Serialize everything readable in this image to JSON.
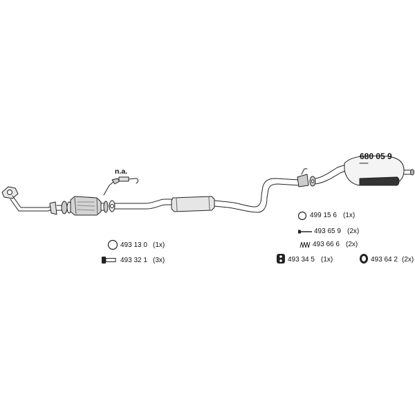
{
  "diagram": {
    "main_part": {
      "number": "680 05 9"
    },
    "not_available": {
      "label": "n.a."
    },
    "parts": [
      {
        "number": "499 15 6",
        "qty": "(1x)",
        "icon": "ring-icon"
      },
      {
        "number": "493 65 9",
        "qty": "(2x)",
        "icon": "bolt-icon"
      },
      {
        "number": "493 66 6",
        "qty": "(2x)",
        "icon": "spring-icon"
      },
      {
        "number": "493 34 5",
        "qty": "(1x)",
        "icon": "rubber-mount-icon"
      },
      {
        "number": "493 64 2",
        "qty": "(2x)",
        "icon": "hanger-icon"
      },
      {
        "number": "493 13 0",
        "qty": "(1x)",
        "icon": "ring-icon"
      },
      {
        "number": "493 32 1",
        "qty": "(3x)",
        "icon": "clamp-bolt-icon"
      }
    ]
  }
}
